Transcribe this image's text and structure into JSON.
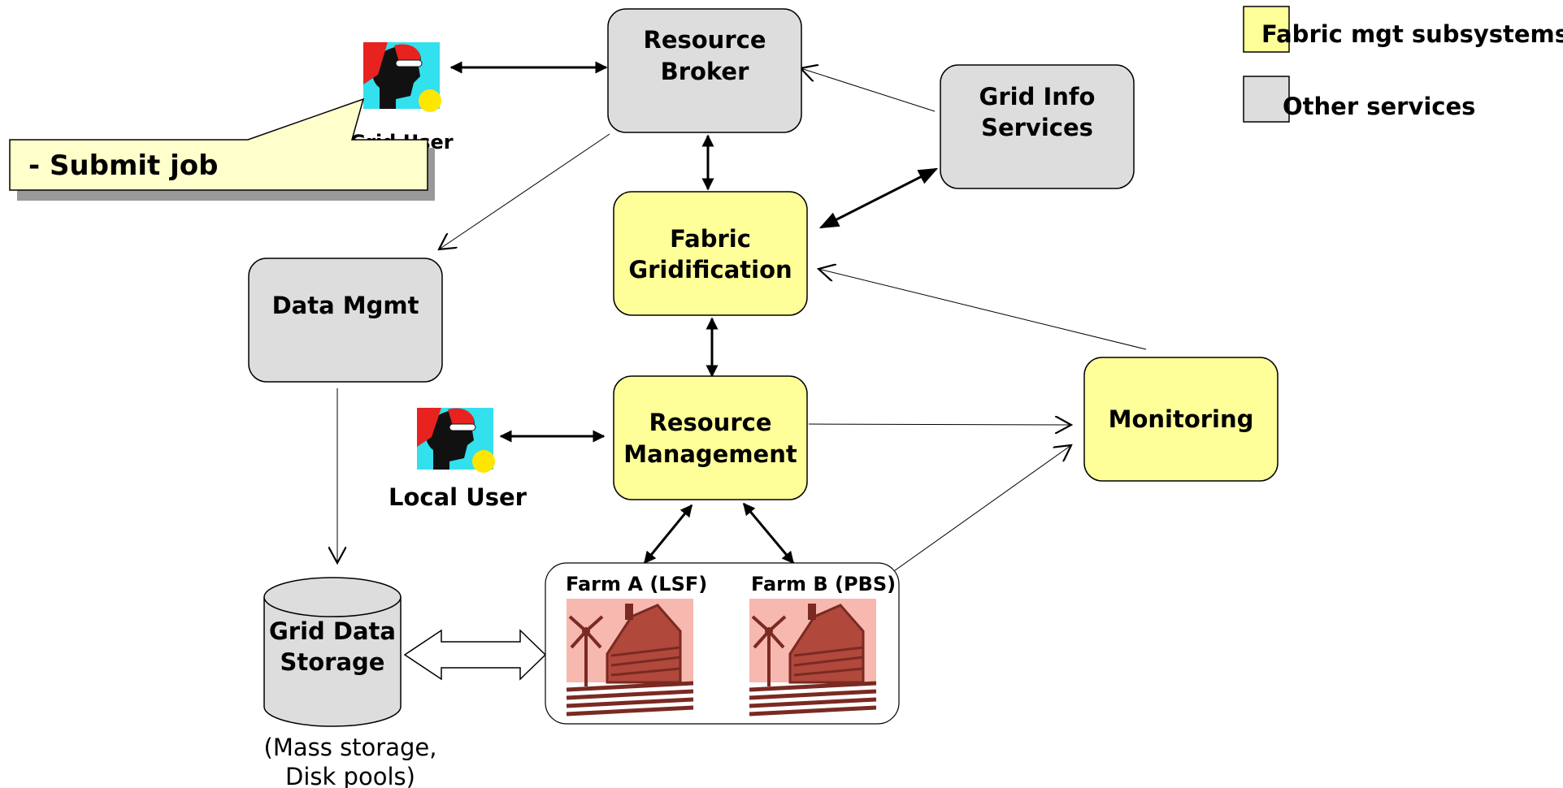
{
  "colors": {
    "fabric": "#ffff99",
    "other": "#dddddd",
    "outline": "#000000",
    "callout_fill": "#ffffcc",
    "callout_shadow": "#999999",
    "farm_pink": "#f7b8b0",
    "farm_dark": "#7a2a22",
    "user_red": "#e8231f",
    "user_cyan": "#33e0ee",
    "user_sun": "#ffe600"
  },
  "legend": {
    "fabric_label": "Fabric mgt subsystems",
    "other_label": "Other services"
  },
  "nodes": {
    "resource_broker": [
      "Resource",
      "Broker"
    ],
    "grid_info": [
      "Grid Info",
      "Services"
    ],
    "fabric_gridification": [
      "Fabric",
      "Gridification"
    ],
    "data_mgmt": "Data Mgmt",
    "resource_management": [
      "Resource",
      "Management"
    ],
    "monitoring": "Monitoring",
    "grid_data_storage": [
      "Grid Data",
      "Storage"
    ],
    "storage_note": [
      "(Mass storage,",
      "Disk pools)"
    ],
    "farm_a": "Farm A (LSF)",
    "farm_b": "Farm B (PBS)"
  },
  "actors": {
    "grid_user": "Grid User",
    "local_user": "Local User"
  },
  "callout": {
    "text": "- Submit job"
  },
  "icons": {
    "user": "user-silhouette-icon",
    "farm": "farm-barn-icon",
    "storage": "database-cylinder-icon"
  }
}
